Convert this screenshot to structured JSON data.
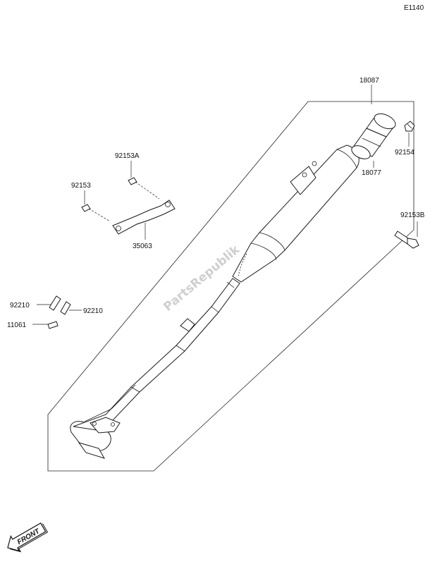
{
  "page_code": "E1140",
  "watermark": "PartsRepublik",
  "front_label": "FRONT",
  "callouts": {
    "muffler_assy": "18087",
    "muffler_tip": "18077",
    "bolt_tip": "92154",
    "bolt_b": "92153B",
    "bolt_a": "92153A",
    "bolt": "92153",
    "bracket": "35063",
    "clip_left": "92210",
    "clip_right": "92210",
    "gasket": "11061"
  }
}
